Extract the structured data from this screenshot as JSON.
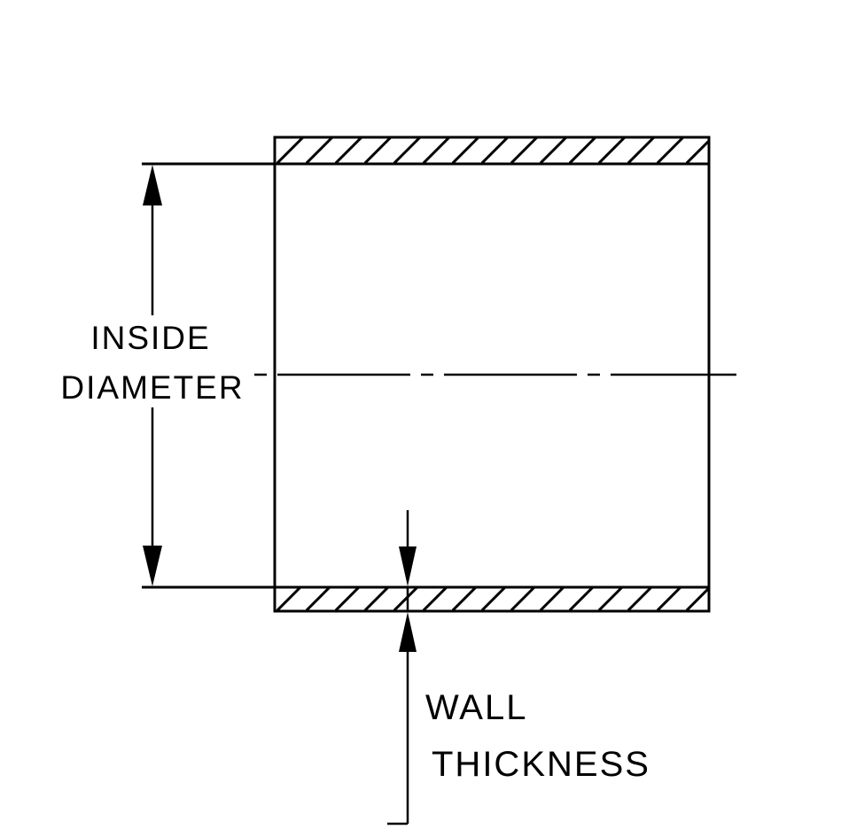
{
  "diagram": {
    "type": "technical-drawing",
    "subject": "hose-coupler-cross-section",
    "labels": {
      "inside_diameter_line1": "INSIDE",
      "inside_diameter_line2": "DIAMETER",
      "wall_thickness_line1": "WALL",
      "wall_thickness_line2": "THICKNESS"
    },
    "colors": {
      "line": "#000000",
      "background": "#ffffff"
    }
  }
}
